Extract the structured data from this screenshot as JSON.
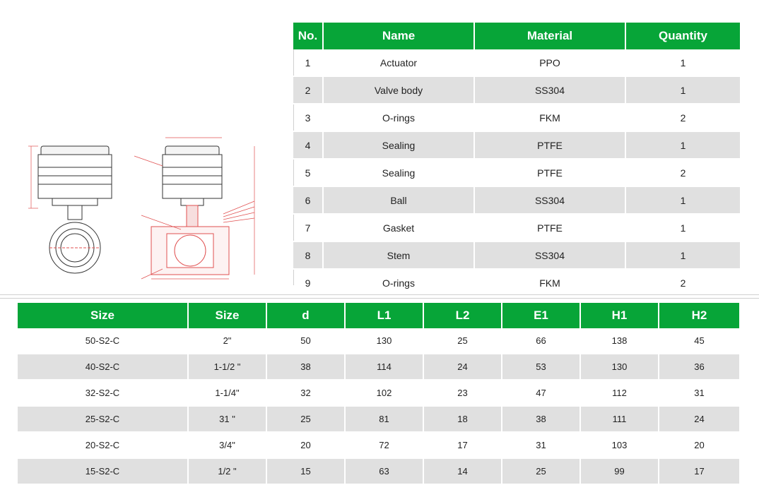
{
  "parts_table": {
    "headers": [
      "No.",
      "Name",
      "Material",
      "Quantity"
    ],
    "rows": [
      [
        "1",
        "Actuator",
        "PPO",
        "1"
      ],
      [
        "2",
        "Valve body",
        "SS304",
        "1"
      ],
      [
        "3",
        "O-rings",
        "FKM",
        "2"
      ],
      [
        "4",
        "Sealing",
        "PTFE",
        "1"
      ],
      [
        "5",
        "Sealing",
        "PTFE",
        "2"
      ],
      [
        "6",
        "Ball",
        "SS304",
        "1"
      ],
      [
        "7",
        "Gasket",
        "PTFE",
        "1"
      ],
      [
        "8",
        "Stem",
        "SS304",
        "1"
      ],
      [
        "9",
        "O-rings",
        "FKM",
        "2"
      ]
    ]
  },
  "dims_table": {
    "headers": [
      "Size",
      "Size",
      "d",
      "L1",
      "L2",
      "E1",
      "H1",
      "H2"
    ],
    "rows": [
      [
        "50-S2-C",
        "2\"",
        "50",
        "130",
        "25",
        "66",
        "138",
        "45"
      ],
      [
        "40-S2-C",
        "1-1/2 \"",
        "38",
        "114",
        "24",
        "53",
        "130",
        "36"
      ],
      [
        "32-S2-C",
        "1-1/4\"",
        "32",
        "102",
        "23",
        "47",
        "112",
        "31"
      ],
      [
        "25-S2-C",
        "31 \"",
        "25",
        "81",
        "18",
        "38",
        "111",
        "24"
      ],
      [
        "20-S2-C",
        "3/4\"",
        "20",
        "72",
        "17",
        "31",
        "103",
        "20"
      ],
      [
        "15-S2-C",
        "1/2 \"",
        "15",
        "63",
        "14",
        "25",
        "99",
        "17"
      ]
    ]
  },
  "colors": {
    "header_green": "#07a538",
    "row_alt": "#e0e0e0",
    "drawing_red": "#e05050"
  }
}
